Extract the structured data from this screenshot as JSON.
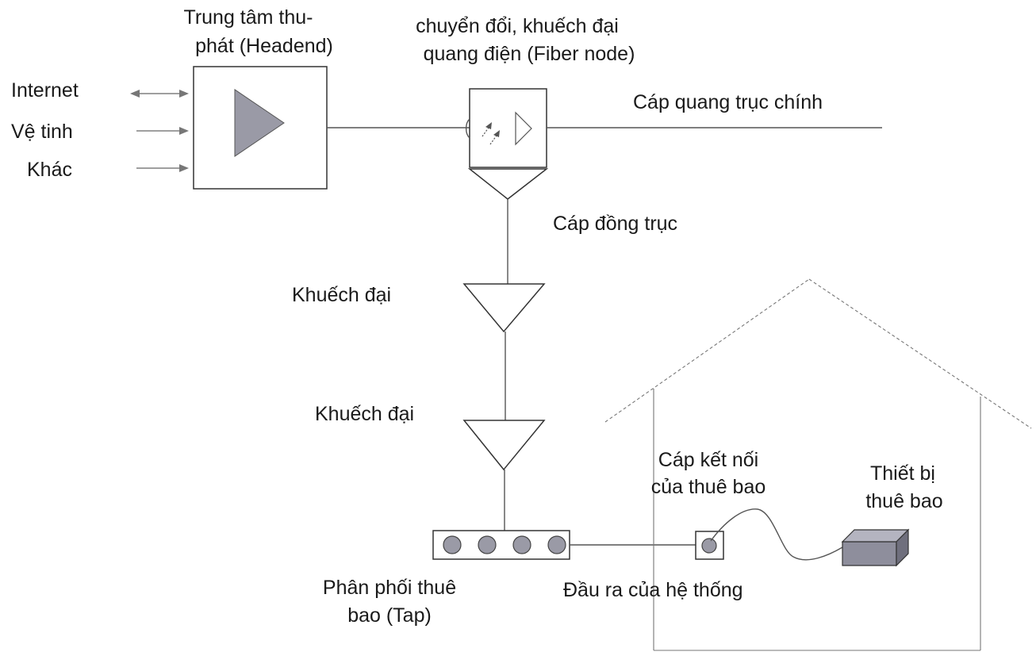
{
  "labels": {
    "headend": [
      "Trung tâm thu-",
      "phát (Headend)"
    ],
    "fiber_node": [
      "chuyển đổi, khuếch đại",
      "quang điện (Fiber node)"
    ],
    "trunk_fiber": "Cáp quang trục chính",
    "inputs": [
      "Internet",
      "Vệ  tinh",
      "Khác"
    ],
    "coax": "Cáp đồng trục",
    "amplifier_1": "Khuếch đại",
    "amplifier_2": "Khuếch đại",
    "tap": [
      "Phân phối thuê",
      "bao (Tap)"
    ],
    "drop_cable": [
      "Cáp kết nối",
      "của thuê bao"
    ],
    "customer_device": [
      "Thiết bị",
      "thuê bao"
    ],
    "system_outlet": "Đầu ra của hệ thống"
  },
  "colors": {
    "line": "#555555",
    "symbol_fill": "#9a9aa6",
    "device_fill": "#8e8e9c"
  }
}
